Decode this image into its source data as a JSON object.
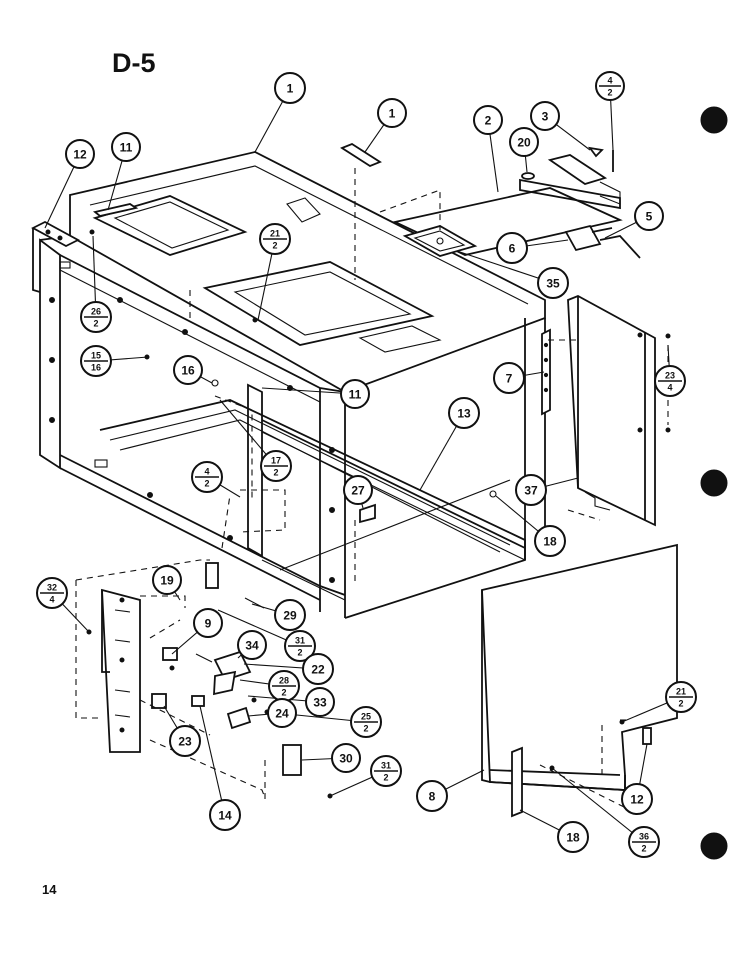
{
  "title": "D-5",
  "page_number": "14",
  "callouts": [
    {
      "id": "c1",
      "label": "1"
    },
    {
      "id": "c1b",
      "label": "1"
    },
    {
      "id": "c2",
      "label": "2"
    },
    {
      "id": "c3",
      "label": "3"
    },
    {
      "id": "c4-2top",
      "num": "4",
      "den": "2"
    },
    {
      "id": "c20",
      "label": "20"
    },
    {
      "id": "c5",
      "label": "5"
    },
    {
      "id": "c6",
      "label": "6"
    },
    {
      "id": "c35",
      "label": "35"
    },
    {
      "id": "c12a",
      "label": "12"
    },
    {
      "id": "c11a",
      "label": "11"
    },
    {
      "id": "c26-2",
      "num": "26",
      "den": "2"
    },
    {
      "id": "c21-2a",
      "num": "21",
      "den": "2"
    },
    {
      "id": "c15-16",
      "num": "15",
      "den": "16"
    },
    {
      "id": "c16",
      "label": "16"
    },
    {
      "id": "c11b",
      "label": "11"
    },
    {
      "id": "c7",
      "label": "7"
    },
    {
      "id": "c23-4",
      "num": "23",
      "den": "4"
    },
    {
      "id": "c13",
      "label": "13"
    },
    {
      "id": "c17-2",
      "num": "17",
      "den": "2"
    },
    {
      "id": "c4-2mid",
      "num": "4",
      "den": "2"
    },
    {
      "id": "c27",
      "label": "27"
    },
    {
      "id": "c37",
      "label": "37"
    },
    {
      "id": "c18a",
      "label": "18"
    },
    {
      "id": "c32-4",
      "num": "32",
      "den": "4"
    },
    {
      "id": "c19",
      "label": "19"
    },
    {
      "id": "c29",
      "label": "29"
    },
    {
      "id": "c31-2a",
      "num": "31",
      "den": "2"
    },
    {
      "id": "c9",
      "label": "9"
    },
    {
      "id": "c34",
      "label": "34"
    },
    {
      "id": "c22",
      "label": "22"
    },
    {
      "id": "c28-2",
      "num": "28",
      "den": "2"
    },
    {
      "id": "c33",
      "label": "33"
    },
    {
      "id": "c24",
      "label": "24"
    },
    {
      "id": "c25-2",
      "num": "25",
      "den": "2"
    },
    {
      "id": "c23",
      "label": "23"
    },
    {
      "id": "c30",
      "label": "30"
    },
    {
      "id": "c31-2b",
      "num": "31",
      "den": "2"
    },
    {
      "id": "c14",
      "label": "14"
    },
    {
      "id": "c21-2b",
      "num": "21",
      "den": "2"
    },
    {
      "id": "c8",
      "label": "8"
    },
    {
      "id": "c12b",
      "label": "12"
    },
    {
      "id": "c18b",
      "label": "18"
    },
    {
      "id": "c36-2",
      "num": "36",
      "den": "2"
    }
  ]
}
